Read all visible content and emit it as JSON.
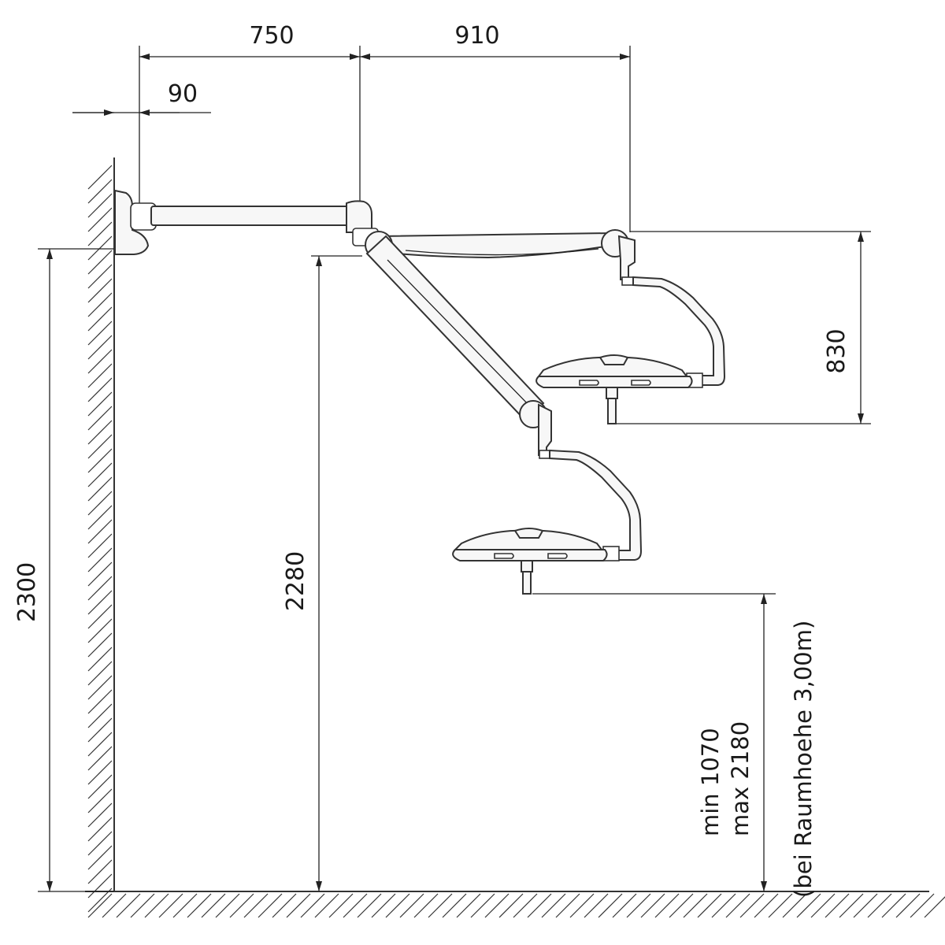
{
  "dimensions": {
    "d750": "750",
    "d910": "910",
    "d90": "90",
    "d830": "830",
    "d2300": "2300",
    "d2280": "2280"
  },
  "note": {
    "line1": "min 1070",
    "line2": "max 2180",
    "line3": "(bei Raumhoehe 3,00m)"
  }
}
